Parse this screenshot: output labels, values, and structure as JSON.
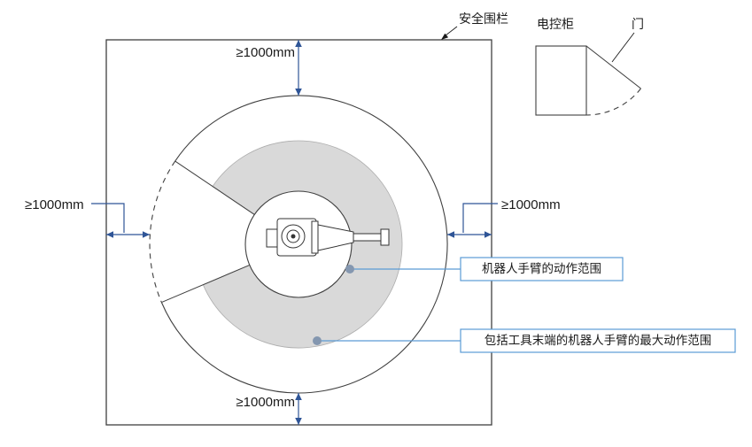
{
  "labels": {
    "safety_fence": "安全围栏",
    "control_cabinet": "电控柜",
    "door": "门",
    "arm_range": "机器人手臂的动作范围",
    "max_range": "包括工具末端的机器人手臂的最大动作范围"
  },
  "measurements": {
    "clearance_top": "≥1000mm",
    "clearance_bottom": "≥1000mm",
    "clearance_left": "≥1000mm",
    "clearance_right": "≥1000mm"
  },
  "colors": {
    "accent_blue": "#5B9BD5",
    "dimension_blue": "#2F5597",
    "line_dark": "#404040",
    "range_fill_gray": "#D9D9D9",
    "marker_dot": "#8497B0"
  }
}
